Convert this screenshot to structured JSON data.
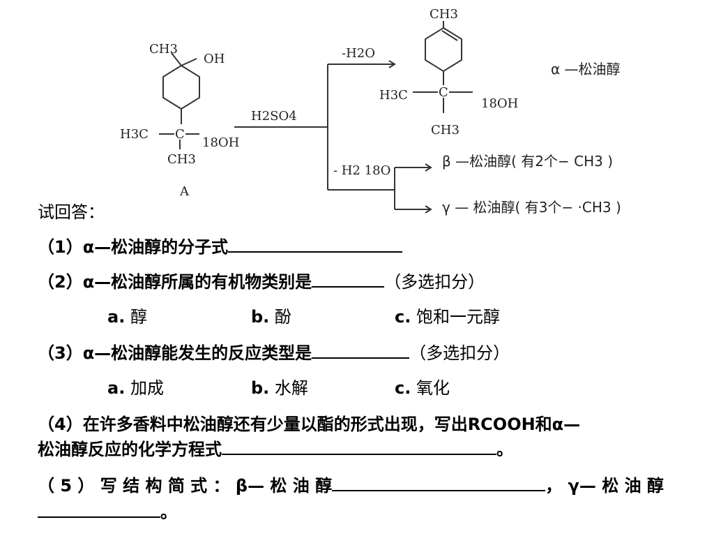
{
  "scheme": {
    "start_compound": {
      "ch3_top": "CH3",
      "oh_top": "OH",
      "h3c": "H3C",
      "c_center": "C",
      "o18h": "18OH",
      "ch3_bottom": "CH3",
      "label": "A"
    },
    "reagent": "H2SO4",
    "top_branch": {
      "condition": "-H2O",
      "ch3_top": "CH3",
      "h3c": "H3C",
      "c_center": "C",
      "o18h": "18OH",
      "ch3_bottom": "CH3",
      "name": "α —松油醇"
    },
    "lower_branch": {
      "condition": "- H2 18O",
      "beta": "β —松油醇( 有2个− CH3 )",
      "gamma": "γ — 松油醇( 有3个− ·CH3 )"
    }
  },
  "questions": {
    "intro": "试回答：",
    "q1": "（1）α—松油醇的分子式",
    "q2_a": "（2）α—松油醇所属的有机物类别是",
    "q2_b": "（多选扣分）",
    "q2_opts": [
      {
        "letter": "a.",
        "text": " 醇"
      },
      {
        "letter": "b.",
        "text": " 酚"
      },
      {
        "letter": "c.",
        "text": " 饱和一元醇"
      }
    ],
    "q3_a": "（3）α—松油醇能发生的反应类型是",
    "q3_b": "（多选扣分）",
    "q3_opts": [
      {
        "letter": "a.",
        "text": " 加成"
      },
      {
        "letter": "b.",
        "text": " 水解"
      },
      {
        "letter": "c.",
        "text": " 氧化"
      }
    ],
    "q4_line1": "（4）在许多香料中松油醇还有少量以酯的形式出现，写出RCOOH和α—",
    "q4_line2": "松油醇反应的化学方程式",
    "q4_end": "。",
    "q5_a": "（ 5 ） 写 结 构 简 式 ： β— 松 油 醇",
    "q5_b": "， γ— 松 油 醇",
    "q5_end": "。"
  }
}
